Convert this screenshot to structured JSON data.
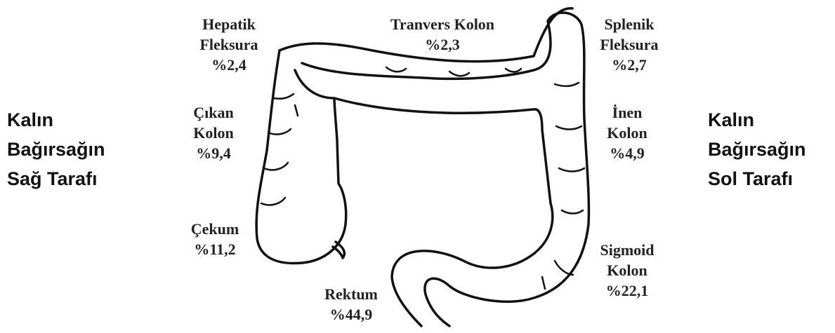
{
  "left_side": {
    "line1": "Kalın",
    "line2": "Bağırsağın",
    "line3": "Sağ Tarafı"
  },
  "right_side": {
    "line1": "Kalın",
    "line2": "Bağırsağın",
    "line3": "Sol Tarafı"
  },
  "segments": {
    "hepatic_flexure": {
      "name1": "Hepatik",
      "name2": "Fleksura",
      "percent": "%2,4"
    },
    "transverse_colon": {
      "name1": "Tranvers Kolon",
      "percent": "%2,3"
    },
    "splenic_flexure": {
      "name1": "Splenik",
      "name2": "Fleksura",
      "percent": "%2,7"
    },
    "ascending_colon": {
      "name1": "Çıkan",
      "name2": "Kolon",
      "percent": "%9,4"
    },
    "descending_colon": {
      "name1": "İnen",
      "name2": "Kolon",
      "percent": "%4,9"
    },
    "cecum": {
      "name1": "Çekum",
      "percent": "%11,2"
    },
    "sigmoid_colon": {
      "name1": "Sigmoid",
      "name2": "Kolon",
      "percent": "%22,1"
    },
    "rectum": {
      "name1": "Rektum",
      "percent": "%44,9"
    }
  }
}
